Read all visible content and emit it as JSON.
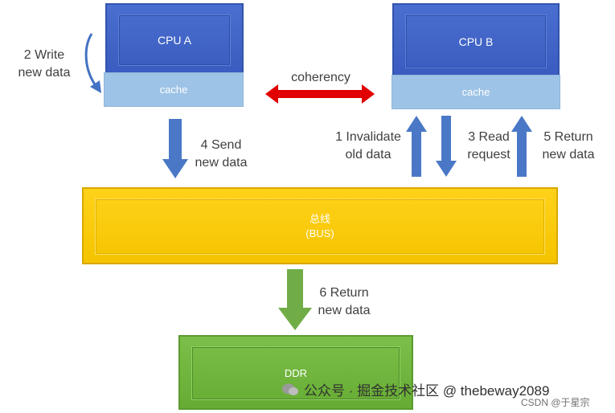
{
  "cpu_a": {
    "label": "CPU A",
    "cache_label": "cache"
  },
  "cpu_b": {
    "label": "CPU B",
    "cache_label": "cache"
  },
  "coherency_label": "coherency",
  "bus": {
    "label_line1": "总线",
    "label_line2": "(BUS)"
  },
  "ddr": {
    "label": "DDR"
  },
  "steps": {
    "write": [
      "2 Write",
      "new data"
    ],
    "send": [
      "4 Send",
      "new data"
    ],
    "invalidate": [
      "1 Invalidate",
      "old data"
    ],
    "read": [
      "3 Read",
      "request"
    ],
    "return_b": [
      "5 Return",
      "new data"
    ],
    "return_ddr": [
      "6 Return",
      "new data"
    ]
  },
  "watermark": {
    "main": "公众号 · 掘金技术社区 @ thebeway2089",
    "csdn": "CSDN @于星宗"
  },
  "colors": {
    "cpu_blue": "#3a5bbf",
    "cache_blue": "#9dc3e6",
    "arrow_blue": "#4472c4",
    "arrow_green": "#70ad47",
    "bus_yellow": "#ffcc00",
    "ddr_green": "#70ad47",
    "coherency_red": "#e00000"
  }
}
